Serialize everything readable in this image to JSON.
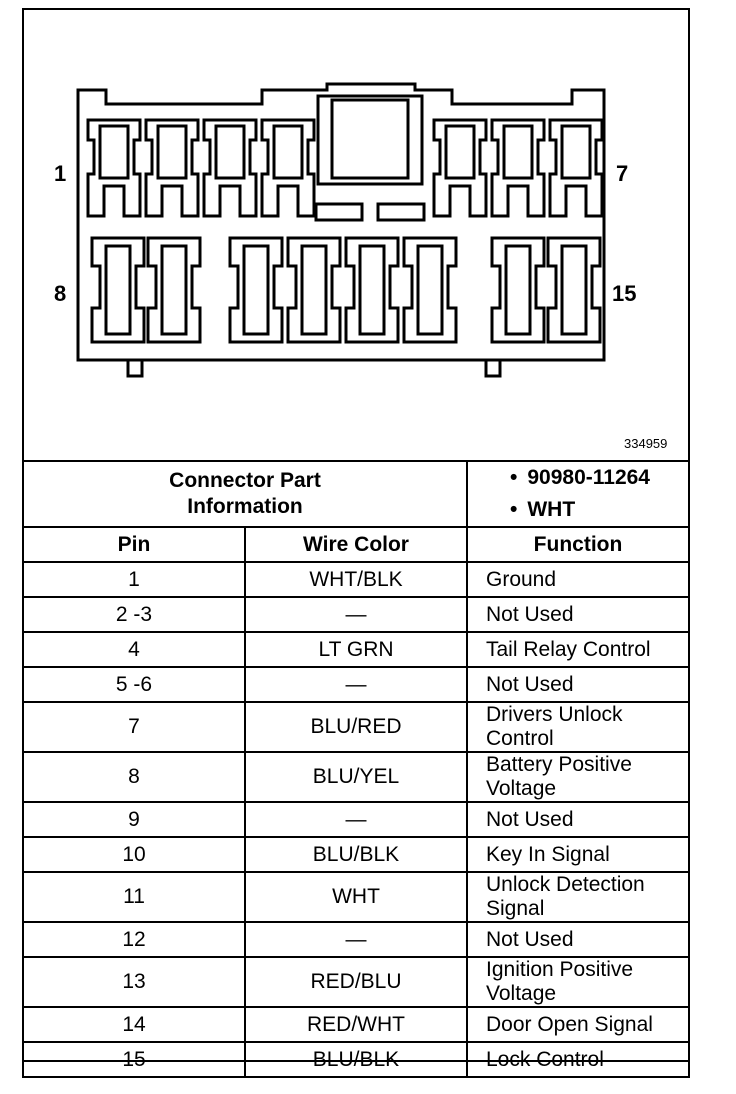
{
  "diagram": {
    "pin_labels": {
      "top_left": "1",
      "top_right": "7",
      "bottom_left": "8",
      "bottom_right": "15"
    },
    "figure_id": "334959"
  },
  "connector_info": {
    "title_line1": "Connector Part",
    "title_line2": "Information",
    "items": [
      "90980-11264",
      "WHT"
    ]
  },
  "table": {
    "headers": {
      "pin": "Pin",
      "wire": "Wire Color",
      "function": "Function"
    },
    "rows": [
      {
        "pin": "1",
        "wire": "WHT/BLK",
        "function": "Ground"
      },
      {
        "pin": "2 -3",
        "wire": "—",
        "function": "Not Used"
      },
      {
        "pin": "4",
        "wire": "LT GRN",
        "function": "Tail Relay Control"
      },
      {
        "pin": "5 -6",
        "wire": "—",
        "function": "Not Used"
      },
      {
        "pin": "7",
        "wire": "BLU/RED",
        "function": "Drivers Unlock Control"
      },
      {
        "pin": "8",
        "wire": "BLU/YEL",
        "function": "Battery Positive Voltage"
      },
      {
        "pin": "9",
        "wire": "—",
        "function": "Not Used"
      },
      {
        "pin": "10",
        "wire": "BLU/BLK",
        "function": "Key In Signal"
      },
      {
        "pin": "11",
        "wire": "WHT",
        "function": "Unlock Detection Signal"
      },
      {
        "pin": "12",
        "wire": "—",
        "function": "Not Used"
      },
      {
        "pin": "13",
        "wire": "RED/BLU",
        "function": "Ignition Positive Voltage"
      },
      {
        "pin": "14",
        "wire": "RED/WHT",
        "function": "Door Open Signal"
      },
      {
        "pin": "15",
        "wire": "BLU/BLK",
        "function": "Lock Control"
      }
    ]
  }
}
